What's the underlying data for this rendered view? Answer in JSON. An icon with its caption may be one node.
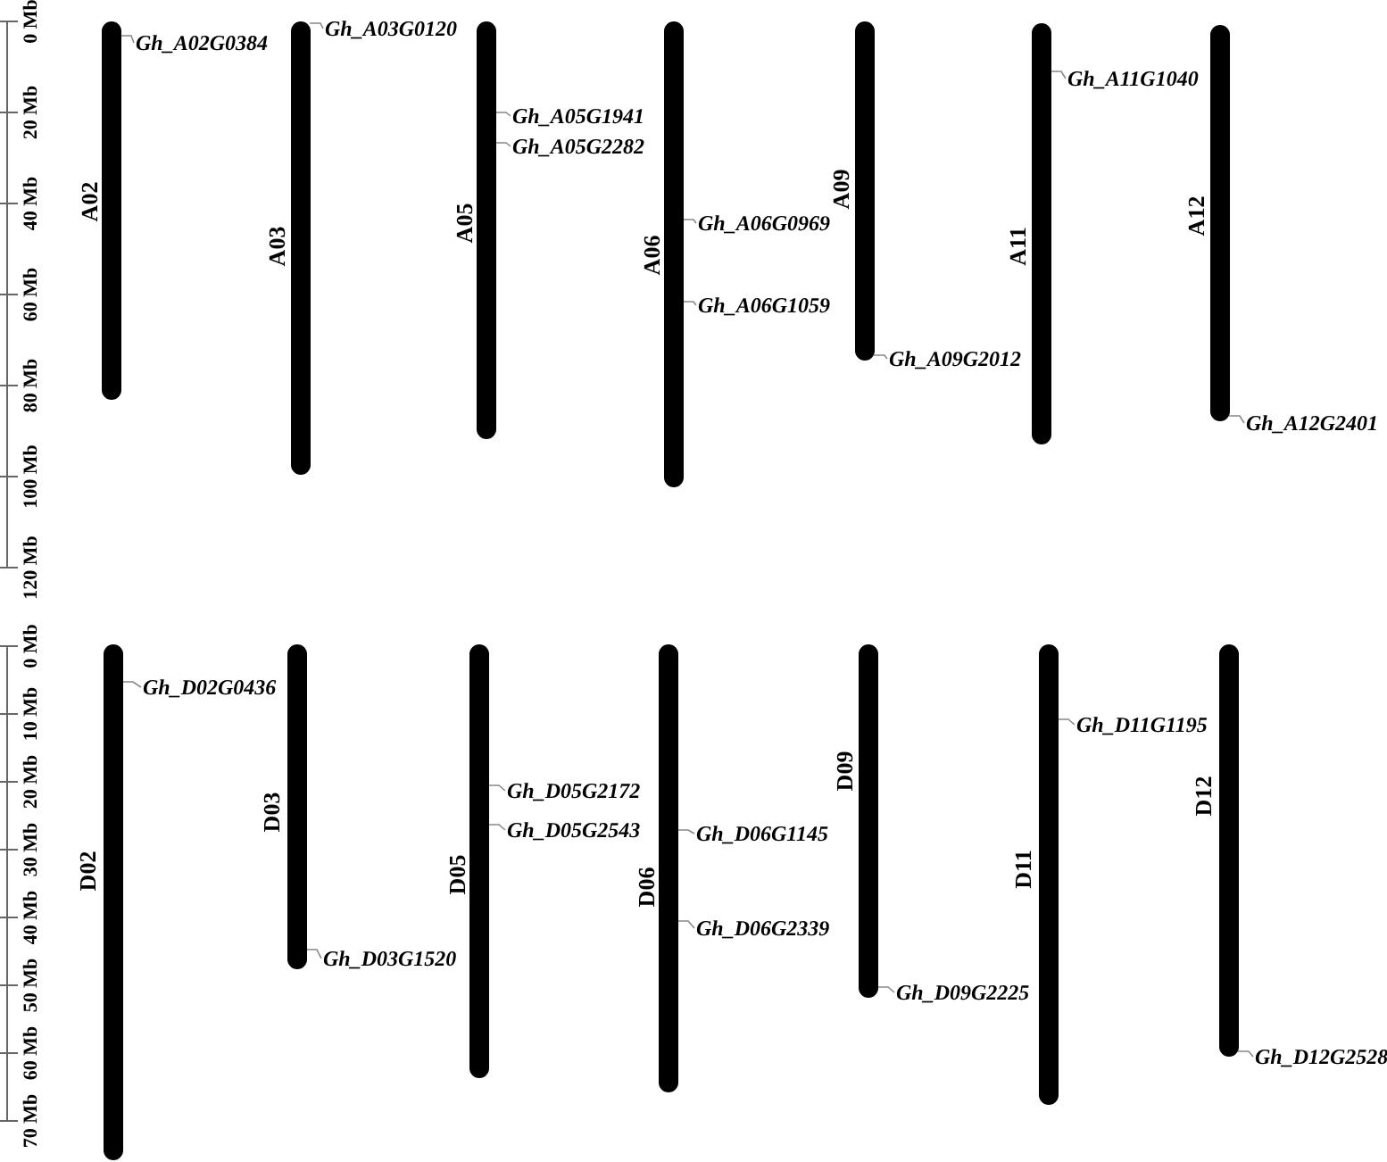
{
  "diagram": {
    "nodes": [
      {
        "text": [
          "A02"
        ]
      },
      {
        "text": [
          "Gh_A02G0384"
        ]
      },
      {
        "text": [
          "A03"
        ]
      },
      {
        "text": [
          "Gh_A03G0120"
        ]
      },
      {
        "text": [
          "A05"
        ]
      },
      {
        "text": [
          "Gh_A05G1941"
        ]
      },
      {
        "text": [
          "Gh_A05G2282"
        ]
      },
      {
        "text": [
          "A06"
        ]
      },
      {
        "text": [
          "Gh_A06G0969"
        ]
      },
      {
        "text": [
          "Gh_A06G1059"
        ]
      },
      {
        "text": [
          "A09"
        ]
      },
      {
        "text": [
          "Gh_A09G2012"
        ]
      },
      {
        "text": [
          "A11"
        ]
      },
      {
        "text": [
          "Gh_A11G1040"
        ]
      },
      {
        "text": [
          "A12"
        ]
      },
      {
        "text": [
          "Gh_A12G2401"
        ]
      },
      {
        "text": [
          "D02"
        ]
      },
      {
        "text": [
          "Gh_D02G0436"
        ]
      },
      {
        "text": [
          "D03"
        ]
      },
      {
        "text": [
          "Gh_D03G1520"
        ]
      },
      {
        "text": [
          "D05"
        ]
      },
      {
        "text": [
          "Gh_D05G2172"
        ]
      },
      {
        "text": [
          "Gh_D05G2543"
        ]
      },
      {
        "text": [
          "D06"
        ]
      },
      {
        "text": [
          "Gh_D06G1145"
        ]
      },
      {
        "text": [
          "Gh_D06G2339"
        ]
      },
      {
        "text": [
          "D09"
        ]
      },
      {
        "text": [
          "Gh_D09G2225"
        ]
      },
      {
        "text": [
          "D11"
        ]
      },
      {
        "text": [
          "Gh_D11G1195"
        ]
      },
      {
        "text": [
          "D12"
        ]
      },
      {
        "text": [
          "Gh_D12G2528"
        ]
      }
    ],
    "edges": [
      {
        "from": 1,
        "to": 0,
        "arrow": "none"
      },
      {
        "from": 3,
        "to": 2,
        "arrow": "none"
      },
      {
        "from": 5,
        "to": 4,
        "arrow": "none"
      },
      {
        "from": 6,
        "to": 4,
        "arrow": "none"
      },
      {
        "from": 8,
        "to": 7,
        "arrow": "none"
      },
      {
        "from": 9,
        "to": 7,
        "arrow": "none"
      },
      {
        "from": 11,
        "to": 10,
        "arrow": "none"
      },
      {
        "from": 13,
        "to": 12,
        "arrow": "none"
      },
      {
        "from": 15,
        "to": 14,
        "arrow": "none"
      },
      {
        "from": 17,
        "to": 16,
        "arrow": "none"
      },
      {
        "from": 19,
        "to": 18,
        "arrow": "none"
      },
      {
        "from": 21,
        "to": 20,
        "arrow": "none"
      },
      {
        "from": 22,
        "to": 20,
        "arrow": "none"
      },
      {
        "from": 24,
        "to": 23,
        "arrow": "none"
      },
      {
        "from": 25,
        "to": 23,
        "arrow": "none"
      },
      {
        "from": 27,
        "to": 26,
        "arrow": "none"
      },
      {
        "from": 29,
        "to": 28,
        "arrow": "none"
      },
      {
        "from": 31,
        "to": 30,
        "arrow": "none"
      }
    ],
    "labels": [
      "0 Mb",
      "20 Mb",
      "40 Mb",
      "60 Mb",
      "80 Mb",
      "100 Mb",
      "120 Mb",
      "0 Mb",
      "10 Mb",
      "20 Mb",
      "30 Mb",
      "40 Mb",
      "50 Mb",
      "60 Mb",
      "70 Mb"
    ]
  }
}
